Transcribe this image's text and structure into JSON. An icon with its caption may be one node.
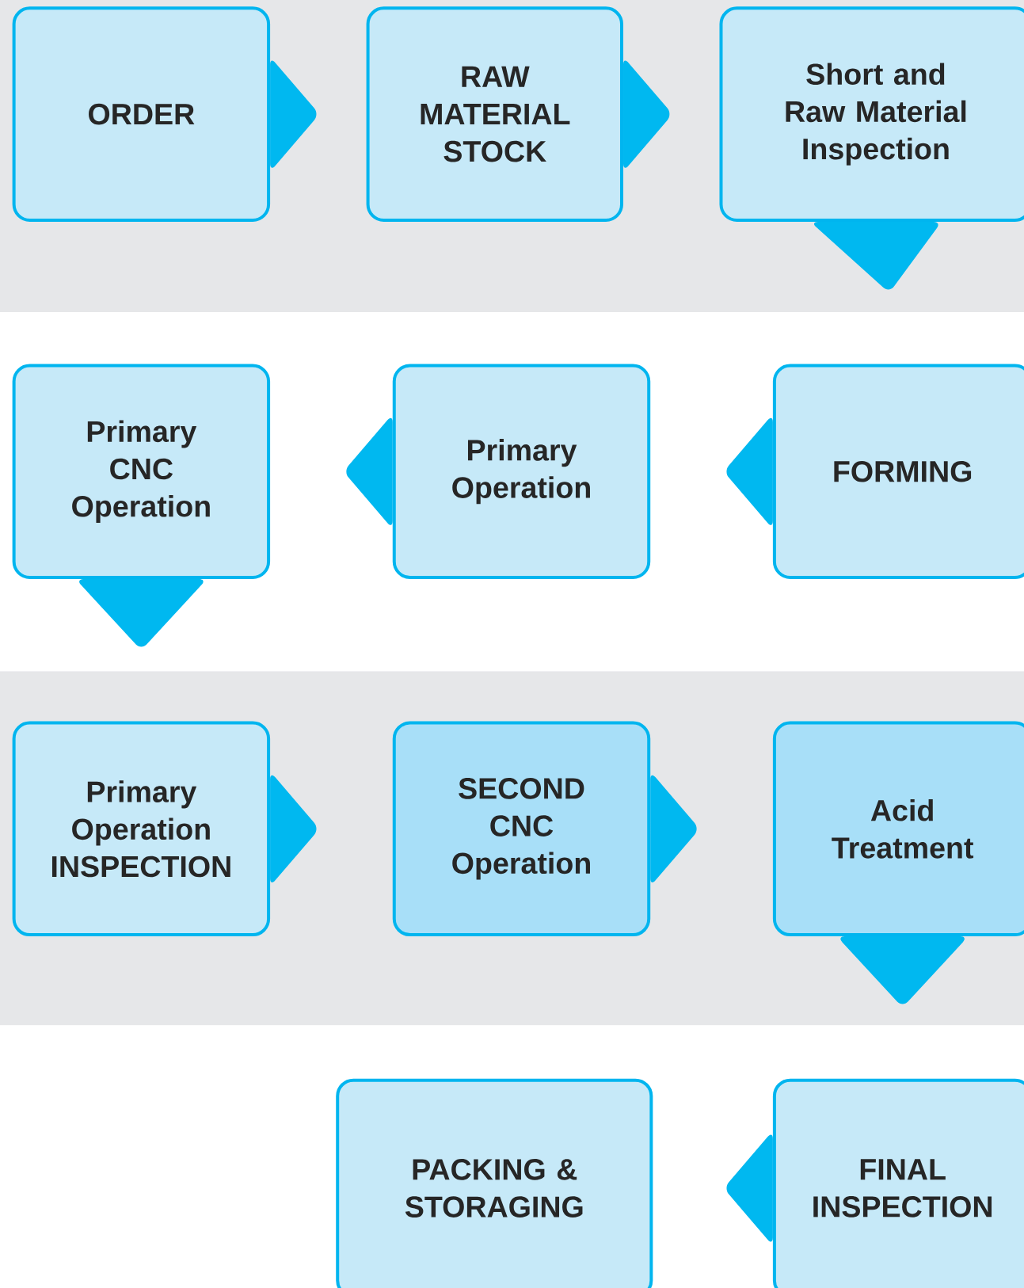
{
  "diagram": {
    "nodes": [
      {
        "text": [
          "ORDER"
        ]
      },
      {
        "text": [
          "RAW MATERIAL STOCK"
        ]
      },
      {
        "text": [
          "Short and Raw Material Inspection"
        ]
      },
      {
        "text": [
          "Primary CNC Operation"
        ]
      },
      {
        "text": [
          "Primary Operation"
        ]
      },
      {
        "text": [
          "FORMING"
        ]
      },
      {
        "text": [
          "Primary Operation INSPECTION"
        ]
      },
      {
        "text": [
          "SECOND CNC Operation"
        ]
      },
      {
        "text": [
          "Acid Treatment"
        ]
      },
      {
        "text": [
          "PACKING & STORAGING"
        ]
      },
      {
        "text": [
          "FINAL INSPECTION"
        ]
      }
    ],
    "edges": [
      {
        "from": 0,
        "to": 1,
        "arrow": "to"
      },
      {
        "from": 1,
        "to": 2,
        "arrow": "to"
      },
      {
        "from": 2,
        "to": 5,
        "arrow": "to"
      },
      {
        "from": 5,
        "to": 4,
        "arrow": "to"
      },
      {
        "from": 4,
        "to": 3,
        "arrow": "to"
      },
      {
        "from": 3,
        "to": 6,
        "arrow": "to"
      },
      {
        "from": 6,
        "to": 7,
        "arrow": "to"
      },
      {
        "from": 7,
        "to": 8,
        "arrow": "to"
      },
      {
        "from": 8,
        "to": 10,
        "arrow": "to"
      },
      {
        "from": 10,
        "to": 9,
        "arrow": "to"
      }
    ]
  }
}
